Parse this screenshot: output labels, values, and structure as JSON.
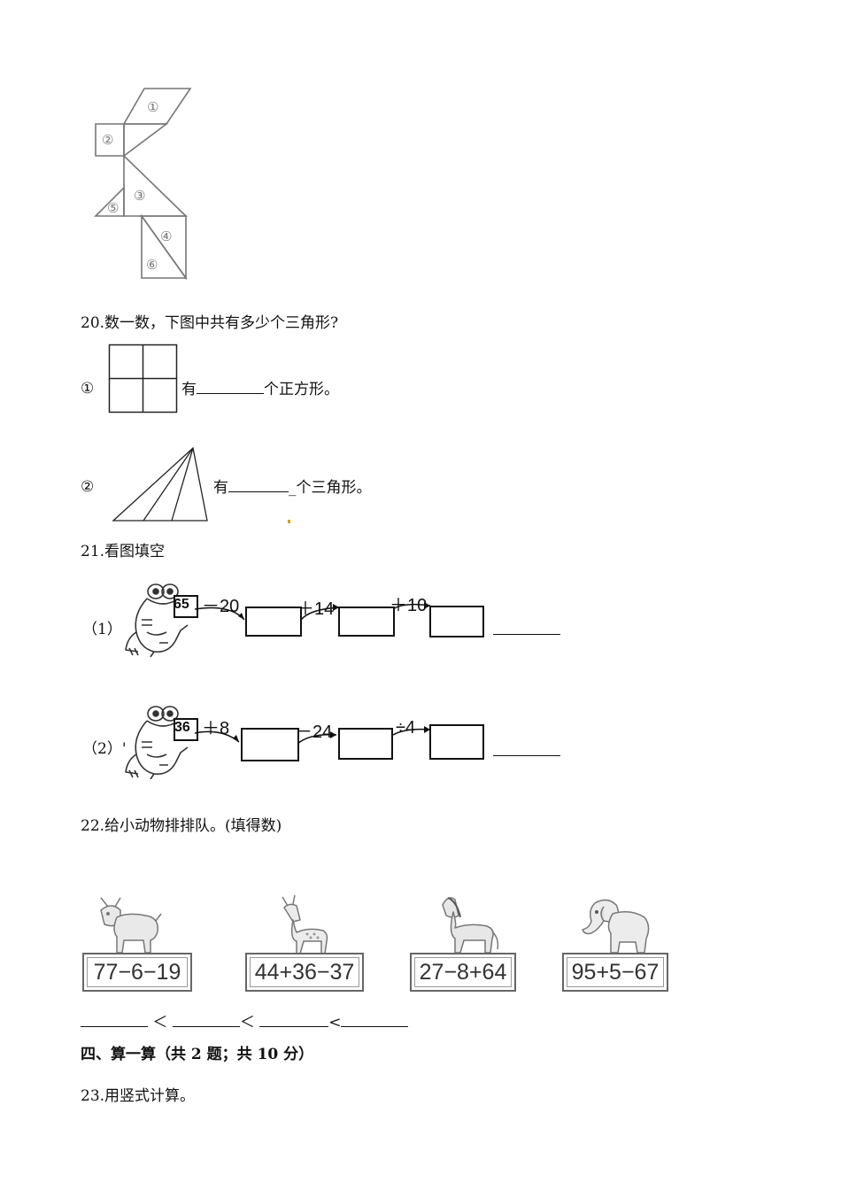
{
  "tangram": {
    "labels": [
      "①",
      "②",
      "③",
      "④",
      "⑤",
      "⑥"
    ]
  },
  "q20": {
    "title": "20.数一数，下图中共有多少个三角形?",
    "item1": {
      "marker": "①",
      "prefix": "有",
      "suffix": "个正方形。"
    },
    "item2": {
      "marker": "②",
      "prefix": "有",
      "suffix": "_个三角形。"
    }
  },
  "q21": {
    "title": "21.看图填空",
    "row1": {
      "label": "（1）",
      "start": "65",
      "ops": [
        "－20",
        "＋14",
        "＋10"
      ]
    },
    "row2": {
      "label": "（2）",
      "mark": "'",
      "start": "36",
      "ops": [
        "＋8",
        "－24",
        "÷4"
      ]
    }
  },
  "q22": {
    "title": "22.给小动物排排队。(填得数)",
    "animals": [
      {
        "name": "goat",
        "expr": "77−6−19"
      },
      {
        "name": "deer",
        "expr": "44+36−37"
      },
      {
        "name": "horse",
        "expr": "27−8+64"
      },
      {
        "name": "elephant",
        "expr": "95+5−67"
      }
    ],
    "comparators": [
      "＜",
      "＜",
      "<"
    ]
  },
  "section4": {
    "heading": "四、算一算（共 2 题；共 10 分）"
  },
  "q23": {
    "title": "23.用竖式计算。"
  },
  "colors": {
    "text": "#111111",
    "figure": "#777777",
    "dot": "#d4a017"
  }
}
